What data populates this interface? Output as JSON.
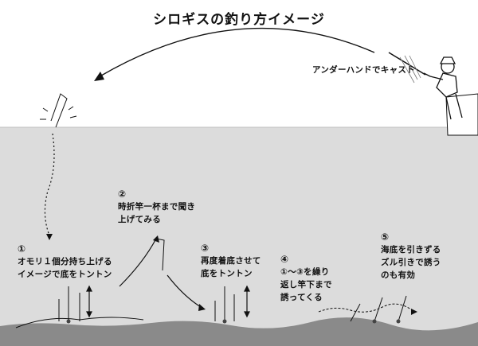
{
  "title": "シロギスの釣り方イメージ",
  "cast_label": "アンダーハンドでキャスト",
  "steps": [
    {
      "num": "①",
      "lines": [
        "オモリ１個分持ち上げる",
        "イメージで底をトントン"
      ]
    },
    {
      "num": "②",
      "lines": [
        "時折竿一杯まで聞き",
        "上げてみる"
      ]
    },
    {
      "num": "③",
      "lines": [
        "再度着底させて",
        "底をトントン"
      ]
    },
    {
      "num": "④",
      "lines": [
        "①～③を繰り",
        "返し竿下まで",
        "誘ってくる"
      ]
    },
    {
      "num": "⑤",
      "lines": [
        "海底を引きずる",
        "ズル引きで誘う",
        "のも有効"
      ]
    }
  ],
  "colors": {
    "water": "#dcdcdc",
    "seabed": "#8a8a8a",
    "ink": "#111111",
    "sky": "#ffffff"
  }
}
